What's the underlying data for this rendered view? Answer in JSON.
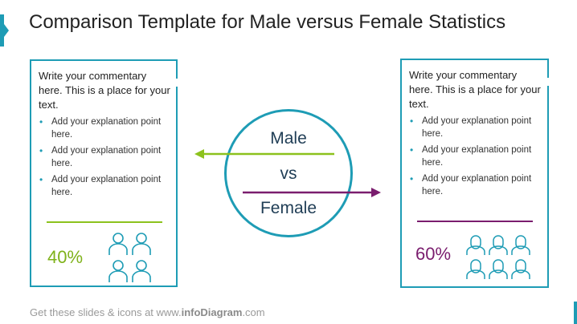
{
  "slide": {
    "title": "Comparison Template for Male versus Female Statistics"
  },
  "left_card": {
    "lead": "Write your commentary here. This is a place for your text.",
    "bullets": [
      "Add your explanation point here.",
      "Add your explanation point here.",
      "Add your explanation point here."
    ],
    "percent": "40%",
    "icon_count": 4,
    "accent_color": "#8cc21d"
  },
  "right_card": {
    "lead": "Write your commentary here. This is a place for your text.",
    "bullets": [
      "Add your explanation point here.",
      "Add your explanation point here.",
      "Add your explanation point here."
    ],
    "percent": "60%",
    "icon_count": 6,
    "accent_color": "#7a1d6e"
  },
  "center": {
    "top_label": "Male",
    "middle_label": "vs",
    "bottom_label": "Female",
    "ring_color": "#1e9cb5"
  },
  "footer": {
    "prefix": "Get these slides & icons at www.",
    "brand": "infoDiagram",
    "suffix": ".com"
  }
}
